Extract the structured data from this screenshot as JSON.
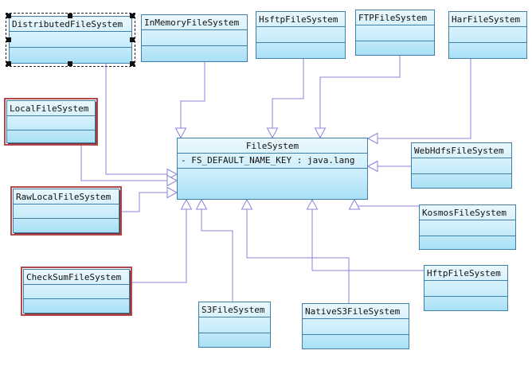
{
  "diagram": {
    "parent": {
      "name": "FileSystem",
      "attribute": "- FS_DEFAULT_NAME_KEY : java.lang"
    },
    "subclasses": [
      {
        "id": "distributed",
        "name": "DistributedFileSystem",
        "selected": true
      },
      {
        "id": "inmemory",
        "name": "InMemoryFileSystem"
      },
      {
        "id": "hsftp",
        "name": "HsftpFileSystem"
      },
      {
        "id": "ftp",
        "name": "FTPFileSystem"
      },
      {
        "id": "har",
        "name": "HarFileSystem"
      },
      {
        "id": "local",
        "name": "LocalFileSystem",
        "highlighted": true
      },
      {
        "id": "rawlocal",
        "name": "RawLocalFileSystem",
        "highlighted": true
      },
      {
        "id": "checksum",
        "name": "CheckSumFileSystem",
        "highlighted": true
      },
      {
        "id": "webhdfs",
        "name": "WebHdfsFileSystem"
      },
      {
        "id": "kosmos",
        "name": "KosmosFileSystem"
      },
      {
        "id": "hftp",
        "name": "HftpFileSystem"
      },
      {
        "id": "s3",
        "name": "S3FileSystem"
      },
      {
        "id": "nativeS3",
        "name": "NativeS3FileSystem"
      }
    ],
    "colors": {
      "connector": "#8a84d8",
      "class_border": "#3f7fa8",
      "highlight": "#b0484c"
    }
  }
}
